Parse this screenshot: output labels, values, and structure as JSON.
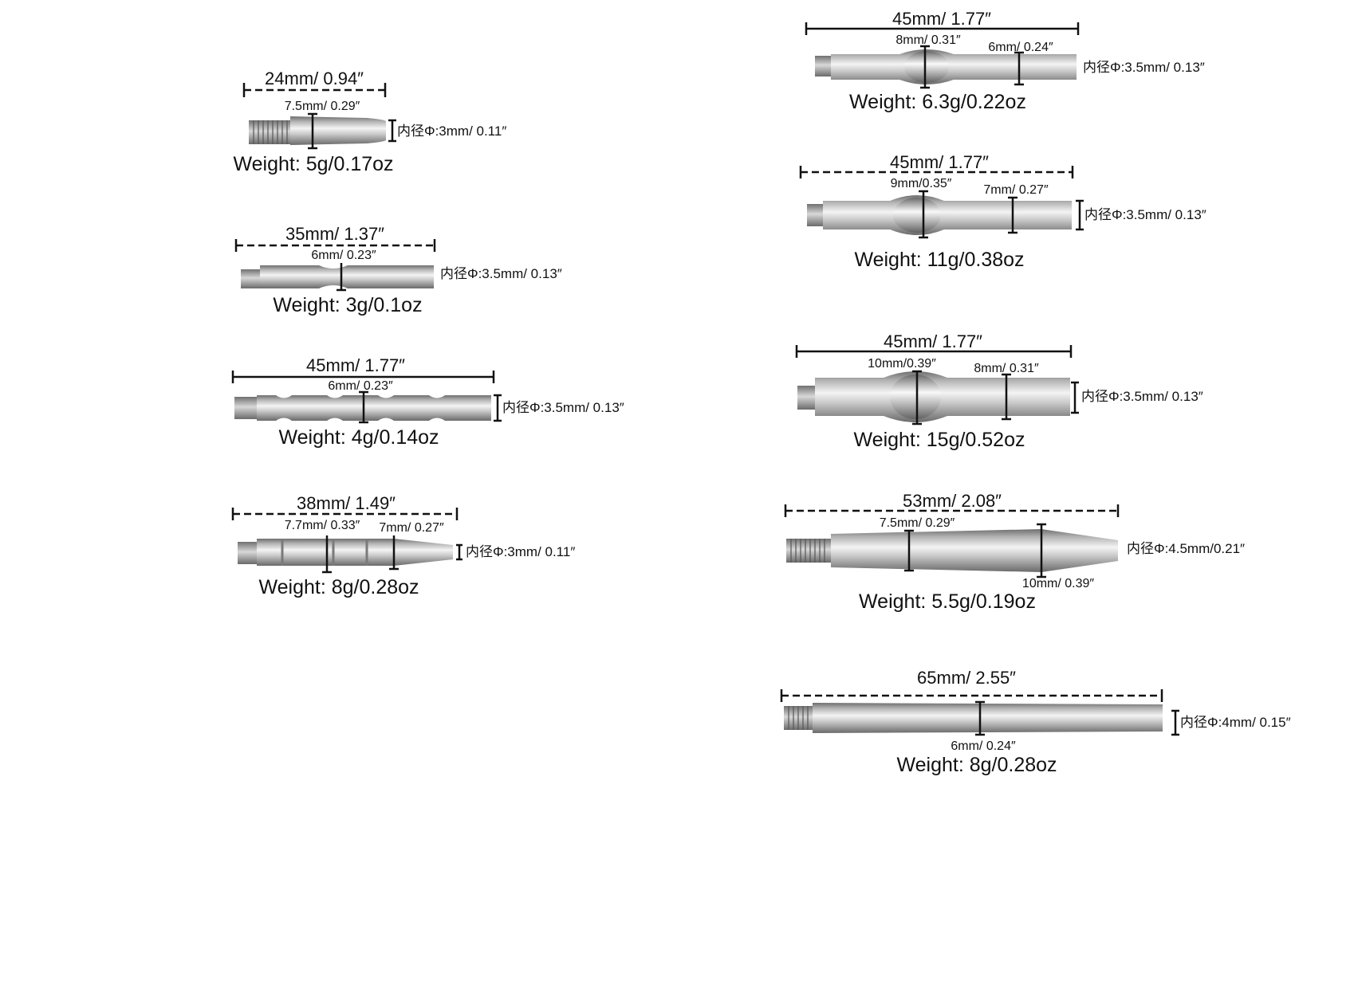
{
  "colors": {
    "background": "#ffffff",
    "ink": "#111111",
    "metal_dark": "#6e6e6e",
    "metal_mid": "#b3b3b3",
    "metal_light": "#f4f4f4",
    "thread": "#8a8a8a"
  },
  "shafts": [
    {
      "length_label": "24mm/ 0.94″",
      "dimension_labels": [
        "7.5mm/ 0.29″"
      ],
      "diameter_label": "内径Φ:3mm/ 0.11″",
      "weight_label": "Weight:  5g/0.17oz",
      "profile": "tapered-tip"
    },
    {
      "length_label": "35mm/ 1.37″",
      "dimension_labels": [
        "6mm/ 0.23″"
      ],
      "diameter_label": "内径Φ:3.5mm/ 0.13″",
      "weight_label": "Weight:  3g/0.1oz",
      "profile": "center-waist"
    },
    {
      "length_label": "45mm/ 1.77″",
      "dimension_labels": [
        "6mm/ 0.23″"
      ],
      "diameter_label": "内径Φ:3.5mm/ 0.13″",
      "weight_label": "Weight:  4g/0.14oz",
      "profile": "multi-groove"
    },
    {
      "length_label": "38mm/ 1.49″",
      "dimension_labels": [
        "7.7mm/ 0.33″",
        "7mm/ 0.27″"
      ],
      "diameter_label": "内径Φ:3mm/ 0.11″",
      "weight_label": "Weight:  8g/0.28oz",
      "profile": "ringed-taper"
    },
    {
      "length_label": "45mm/ 1.77″",
      "dimension_labels": [
        "8mm/ 0.31″",
        "6mm/ 0.24″"
      ],
      "diameter_label": "内径Φ:3.5mm/ 0.13″",
      "weight_label": "Weight:  6.3g/0.22oz",
      "profile": "single-bulge"
    },
    {
      "length_label": "45mm/ 1.77″",
      "dimension_labels": [
        "9mm/0.35″",
        "7mm/ 0.27″"
      ],
      "diameter_label": "内径Φ:3.5mm/ 0.13″",
      "weight_label": "Weight:  11g/0.38oz",
      "profile": "single-bulge"
    },
    {
      "length_label": "45mm/ 1.77″",
      "dimension_labels": [
        "10mm/0.39″",
        "8mm/ 0.31″"
      ],
      "diameter_label": "内径Φ:3.5mm/ 0.13″",
      "weight_label": "Weight:  15g/0.52oz",
      "profile": "single-bulge"
    },
    {
      "length_label": "53mm/ 2.08″",
      "dimension_labels": [
        "7.5mm/ 0.29″",
        "10mm/ 0.39″"
      ],
      "diameter_label": "内径Φ:4.5mm/0.21″",
      "weight_label": "Weight:  5.5g/0.19oz",
      "profile": "cone-end"
    },
    {
      "length_label": "65mm/ 2.55″",
      "dimension_labels": [
        "6mm/ 0.24″"
      ],
      "diameter_label": "内径Φ:4mm/ 0.15″",
      "weight_label": "Weight:  8g/0.28oz",
      "profile": "straight"
    }
  ]
}
